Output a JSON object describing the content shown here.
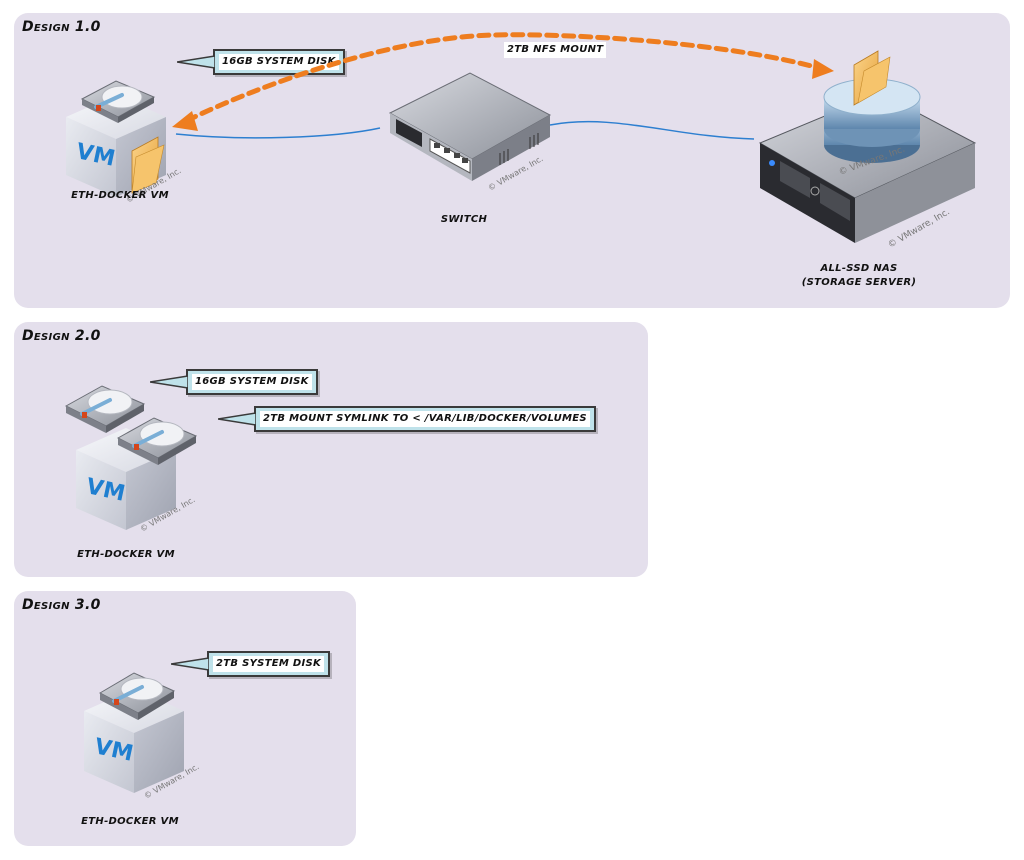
{
  "designs": [
    {
      "title": "Design 1.0",
      "vm_label": "eth-docker VM",
      "callouts": [
        "16GB system disk"
      ],
      "switch_label": "switch",
      "nas_label_line1": "All-SSD NAS",
      "nas_label_line2": "(storage server)",
      "mount_label": "2TB NFS mount"
    },
    {
      "title": "Design 2.0",
      "vm_label": "eth-docker VM",
      "callouts": [
        "16GB system disk",
        "2TB Mount symlink to < /var/lib/docker/volumes"
      ]
    },
    {
      "title": "Design 3.0",
      "vm_label": "eth-docker VM",
      "callouts": [
        "2TB system disk"
      ]
    }
  ],
  "watermark": "© VMware, Inc.",
  "vm_badge": "VM",
  "colors": {
    "panel_bg": "#e4dfec",
    "callout_bg": "#bfe2ea",
    "mount_arrow": "#ee7d1f",
    "network_line": "#2d7fd0",
    "vm_text": "#1f7fd0"
  }
}
